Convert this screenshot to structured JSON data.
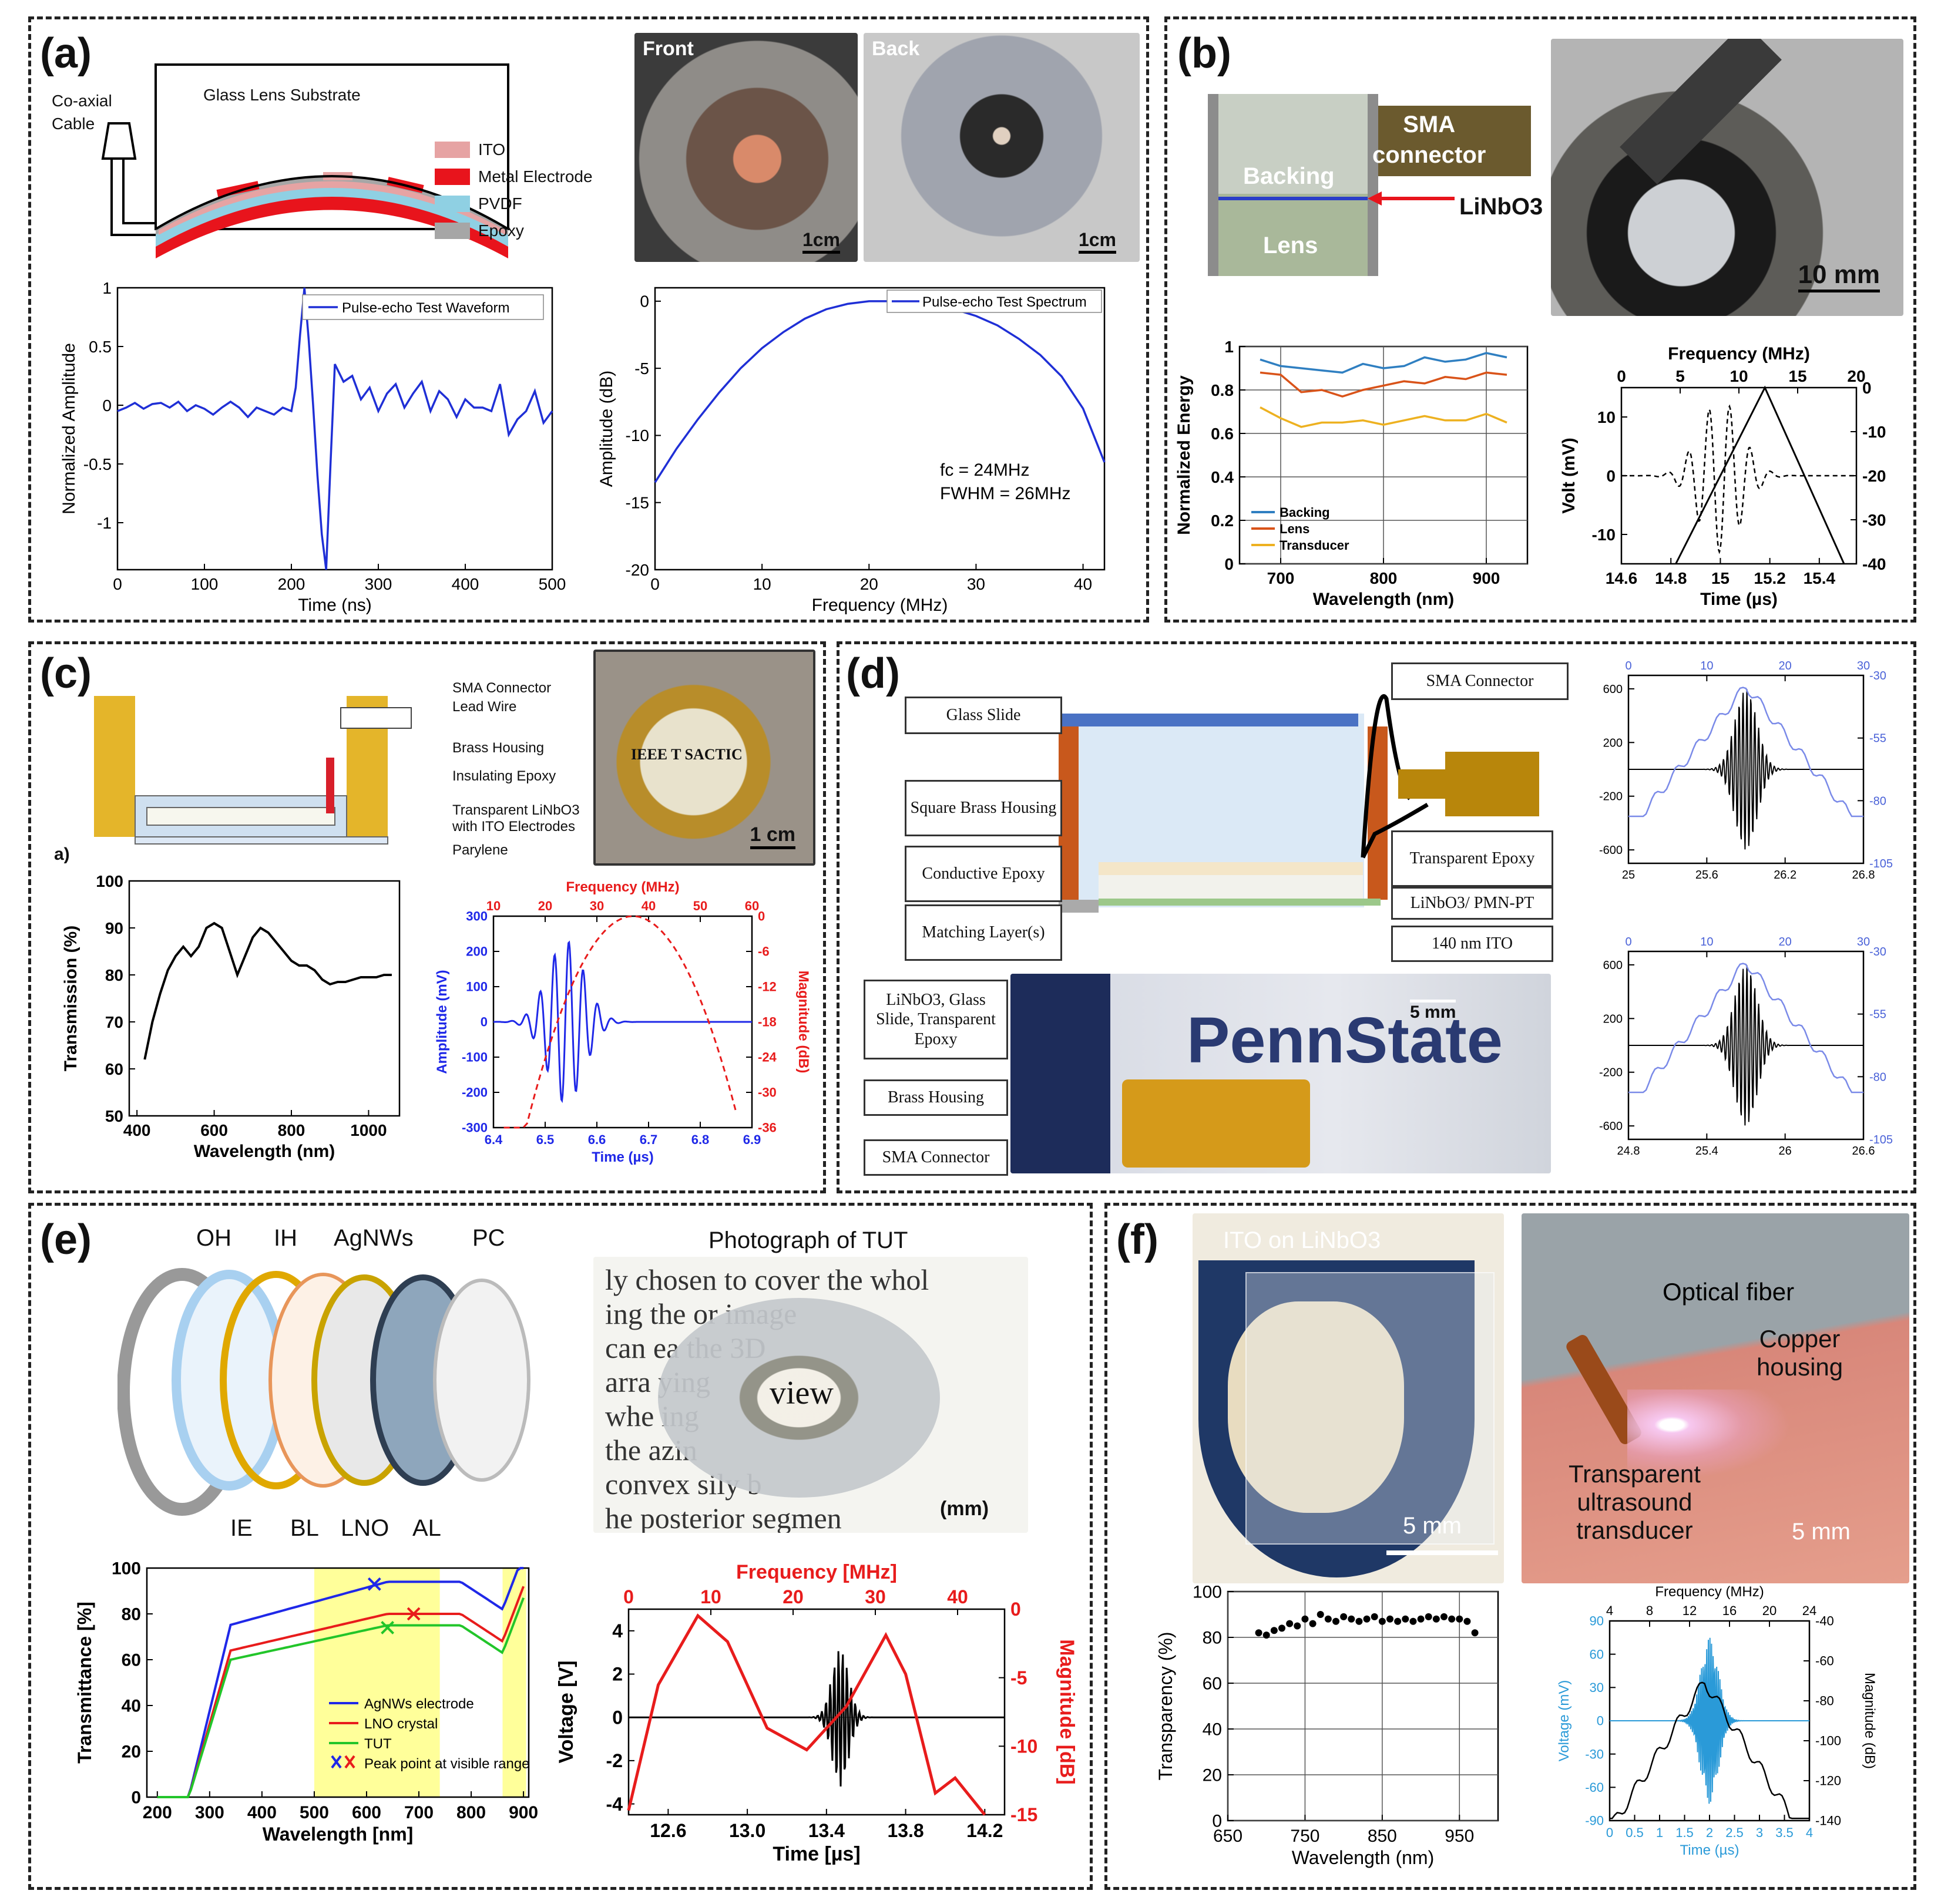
{
  "labels": {
    "a": "(a)",
    "b": "(b)",
    "c": "(c)",
    "d": "(d)",
    "e": "(e)",
    "f": "(f)"
  },
  "a": {
    "schematic": {
      "cable": "Co-axial\nCable",
      "substrate": "Glass Lens Substrate",
      "legend": [
        {
          "name": "ITO",
          "color": "#e6a3a3"
        },
        {
          "name": "Metal Electrode",
          "color": "#e8141c"
        },
        {
          "name": "PVDF",
          "color": "#8fd0e3"
        },
        {
          "name": "Epoxy",
          "color": "#a6a6a6"
        }
      ]
    },
    "photos": {
      "front": "Front",
      "back": "Back",
      "scale": "1cm"
    }
  },
  "b": {
    "sma": "SMA\nconnector",
    "backing": "Backing",
    "lens": "Lens",
    "linbo": "LiNbO3",
    "scale": "10 mm"
  },
  "c": {
    "labels": [
      "SMA Connector",
      "Lead Wire",
      "Brass Housing",
      "Insulating Epoxy",
      "Transparent LiNbO3",
      "with ITO Electrodes",
      "Parylene"
    ],
    "sub": "a)",
    "photo_text": "IEEE T   SACTIC",
    "scale": "1 cm"
  },
  "d": {
    "boxes": {
      "glass": "Glass Slide",
      "brass": "Square Brass Housing",
      "cond": "Conductive Epoxy",
      "match": "Matching Layer(s)",
      "sma": "SMA Connector",
      "tepoxy": "Transparent Epoxy",
      "linbo": "LiNbO3/ PMN-PT",
      "ito": "140 nm ITO",
      "photo1": "LiNbO3, Glass Slide, Transparent Epoxy",
      "photo2": "Brass Housing",
      "photo3": "SMA Connector"
    },
    "photo_text": "PennState",
    "scale": "5 mm"
  },
  "e": {
    "layers": {
      "oh": "OH",
      "ih": "IH",
      "ag": "AgNWs",
      "pc": "PC",
      "ie": "IE",
      "bl": "BL",
      "lno": "LNO",
      "al": "AL"
    },
    "photo_title": "Photograph of TUT",
    "photo_lines": [
      "ly chosen to cover the whol",
      "ing the or        image",
      "can ea            the 3D",
      "arra              ying",
      "whe             ing",
      "the          azin",
      "convex       sily b",
      "he posterior segmen"
    ],
    "mm": "(mm)",
    "view": "view"
  },
  "f": {
    "photo1_title": "ITO on LiNbO3",
    "scale1": "5 mm",
    "fiber": "Optical fiber",
    "copper": "Copper\nhousing",
    "tut": "Transparent\nultrasound\ntransducer",
    "scale2": "5 mm"
  },
  "chart_data": [
    {
      "id": "a1",
      "type": "line",
      "xlabel": "Time (ns)",
      "ylabel": "Normalized Amplitude",
      "xlim": [
        0,
        500
      ],
      "ylim": [
        -1.4,
        1
      ],
      "xticks": [
        0,
        100,
        200,
        300,
        400,
        500
      ],
      "yticks": [
        -1,
        -0.5,
        0,
        0.5,
        1
      ],
      "ytick_labels": [
        "-1",
        "-0.5",
        "0",
        "0.5",
        "1"
      ],
      "legend": "Pulse-echo Test Waveform",
      "color": "#1f2fd6",
      "x": [
        0,
        10,
        20,
        30,
        40,
        50,
        60,
        70,
        80,
        90,
        100,
        110,
        120,
        130,
        140,
        150,
        160,
        170,
        180,
        190,
        200,
        205,
        210,
        215,
        220,
        225,
        230,
        235,
        240,
        245,
        250,
        260,
        270,
        280,
        290,
        300,
        310,
        320,
        330,
        340,
        350,
        360,
        370,
        380,
        390,
        400,
        410,
        420,
        430,
        440,
        450,
        460,
        470,
        480,
        490,
        500
      ],
      "y": [
        -0.05,
        -0.02,
        0.02,
        -0.03,
        0.01,
        0.02,
        -0.02,
        0.03,
        -0.05,
        0.0,
        -0.03,
        -0.08,
        -0.02,
        0.03,
        -0.02,
        -0.1,
        -0.02,
        -0.05,
        -0.08,
        -0.02,
        -0.05,
        0.15,
        0.6,
        1.0,
        0.55,
        0.0,
        -0.6,
        -1.1,
        -1.4,
        -0.5,
        0.35,
        0.2,
        0.25,
        0.05,
        0.15,
        -0.05,
        0.1,
        0.18,
        -0.02,
        0.1,
        0.2,
        -0.05,
        0.12,
        0.05,
        -0.1,
        0.05,
        -0.02,
        -0.02,
        -0.05,
        0.18,
        -0.25,
        -0.12,
        -0.05,
        0.12,
        -0.15,
        -0.05
      ]
    },
    {
      "id": "a2",
      "type": "line",
      "xlabel": "Frequency (MHz)",
      "ylabel": "Amplitude (dB)",
      "xlim": [
        0,
        42
      ],
      "ylim": [
        -20,
        1
      ],
      "xticks": [
        0,
        10,
        20,
        30,
        40
      ],
      "yticks": [
        -20,
        -15,
        -10,
        -5,
        0
      ],
      "legend": "Pulse-echo Test Spectrum",
      "color": "#1f2fd6",
      "annot": [
        "fc = 24MHz",
        "FWHM = 26MHz"
      ],
      "x": [
        0,
        2,
        4,
        6,
        8,
        10,
        12,
        14,
        16,
        18,
        20,
        22,
        24,
        26,
        28,
        30,
        32,
        34,
        36,
        38,
        40,
        42
      ],
      "y": [
        -13.5,
        -11,
        -8.8,
        -6.8,
        -5,
        -3.5,
        -2.3,
        -1.3,
        -0.6,
        -0.2,
        0,
        0,
        -0.1,
        -0.3,
        -0.6,
        -1.1,
        -1.8,
        -2.8,
        -4,
        -5.6,
        -8,
        -12
      ]
    },
    {
      "id": "b1",
      "type": "line",
      "xlabel": "Wavelength (nm)",
      "ylabel": "Normalized Energy",
      "xlim": [
        660,
        940
      ],
      "ylim": [
        0,
        1
      ],
      "xticks": [
        700,
        800,
        900
      ],
      "yticks": [
        0,
        0.2,
        0.4,
        0.6,
        0.8,
        1
      ],
      "ytick_labels": [
        "0",
        "0.2",
        "0.4",
        "0.6",
        "0.8",
        "1"
      ],
      "categories_x": [
        680,
        700,
        720,
        740,
        760,
        780,
        800,
        820,
        840,
        860,
        880,
        900,
        920
      ],
      "series": [
        {
          "name": "Backing",
          "color": "#2f7fc1",
          "values": [
            0.94,
            0.91,
            0.9,
            0.89,
            0.88,
            0.92,
            0.9,
            0.91,
            0.95,
            0.93,
            0.94,
            0.97,
            0.95
          ]
        },
        {
          "name": "Lens",
          "color": "#d95319",
          "values": [
            0.88,
            0.87,
            0.79,
            0.8,
            0.77,
            0.8,
            0.82,
            0.84,
            0.83,
            0.86,
            0.85,
            0.88,
            0.87
          ]
        },
        {
          "name": "Transducer",
          "color": "#edb120",
          "values": [
            0.72,
            0.67,
            0.63,
            0.65,
            0.65,
            0.66,
            0.64,
            0.66,
            0.68,
            0.66,
            0.66,
            0.69,
            0.65
          ]
        }
      ]
    },
    {
      "id": "b2",
      "type": "line",
      "xlabel": "Time (µs)",
      "ylabel": "Volt (mV)",
      "top_label": "Frequency (MHz)",
      "xlim": [
        14.6,
        15.55
      ],
      "ylim": [
        -15,
        15
      ],
      "xticks": [
        14.6,
        14.8,
        15,
        15.2,
        15.4
      ],
      "xtick_labels": [
        "14.6",
        "14.8",
        "15",
        "15.2",
        "15.4"
      ],
      "yticks": [
        -10,
        0,
        10
      ],
      "top_ticks": [
        0,
        5,
        10,
        15,
        20
      ],
      "right_ticks": [
        0,
        -10,
        -20,
        -30,
        -40
      ]
    },
    {
      "id": "c1",
      "type": "line",
      "xlabel": "Wavelength (nm)",
      "ylabel": "Transmission (%)",
      "xlim": [
        380,
        1080
      ],
      "ylim": [
        50,
        100
      ],
      "xticks": [
        400,
        600,
        800,
        1000
      ],
      "yticks": [
        50,
        60,
        70,
        80,
        90,
        100
      ],
      "color": "#000000",
      "x": [
        420,
        440,
        460,
        480,
        500,
        520,
        540,
        560,
        580,
        600,
        620,
        640,
        660,
        680,
        700,
        720,
        740,
        760,
        780,
        800,
        820,
        840,
        860,
        880,
        900,
        920,
        940,
        960,
        980,
        1000,
        1020,
        1040,
        1060
      ],
      "y": [
        62,
        70,
        76,
        81,
        84,
        86,
        84,
        86,
        90,
        91,
        90,
        85,
        80,
        84,
        88,
        90,
        89,
        87,
        85,
        83,
        82,
        82,
        81,
        79,
        78,
        78.5,
        78.5,
        79,
        79.5,
        79.5,
        79.5,
        80,
        80
      ]
    },
    {
      "id": "c2",
      "type": "line",
      "xlabel": "Time (µs)",
      "ylabel": "Amplitude (mV)",
      "top_label": "Frequency (MHz)",
      "right_label": "Magnitude (dB)",
      "xlim": [
        6.4,
        6.9
      ],
      "ylim": [
        -300,
        300
      ],
      "xticks": [
        6.4,
        6.5,
        6.6,
        6.7,
        6.8,
        6.9
      ],
      "yticks": [
        -300,
        -200,
        -100,
        0,
        100,
        200,
        300
      ],
      "top_ticks": [
        10,
        20,
        30,
        40,
        50,
        60
      ],
      "right_ticks": [
        0,
        -6,
        -12,
        -18,
        -24,
        -30,
        -36
      ]
    },
    {
      "id": "d1",
      "type": "line",
      "xlim": [
        25,
        26.8
      ],
      "ylim": [
        -700,
        700
      ],
      "xticks": [
        25,
        25.6,
        26.2,
        26.8
      ],
      "yticks": [
        -600,
        -200,
        200,
        600
      ],
      "top_ticks": [
        0,
        10,
        20,
        30
      ],
      "right_ticks": [
        -30,
        -55,
        -80,
        -105
      ]
    },
    {
      "id": "d2",
      "type": "line",
      "xlim": [
        24.8,
        26.6
      ],
      "ylim": [
        -700,
        700
      ],
      "xticks": [
        24.8,
        25.4,
        26,
        26.6
      ],
      "yticks": [
        -600,
        -200,
        200,
        600
      ],
      "top_ticks": [
        0,
        10,
        20,
        30
      ],
      "right_ticks": [
        -30,
        -55,
        -80,
        -105
      ]
    },
    {
      "id": "e1",
      "type": "line",
      "xlabel": "Wavelength [nm]",
      "ylabel": "Transmittance [%]",
      "xlim": [
        180,
        910
      ],
      "ylim": [
        0,
        100
      ],
      "xticks": [
        200,
        300,
        400,
        500,
        600,
        700,
        800,
        900
      ],
      "yticks": [
        0,
        20,
        40,
        60,
        80,
        100
      ],
      "series": [
        {
          "name": "AgNWs electrode",
          "color": "#1f28e8"
        },
        {
          "name": "LNO crystal",
          "color": "#e81c1c"
        },
        {
          "name": "TUT",
          "color": "#22c52a"
        },
        {
          "name": "Peak point at visible range",
          "color": "#1f28e8"
        }
      ]
    },
    {
      "id": "e2",
      "type": "line",
      "xlabel": "Time [µs]",
      "ylabel": "Voltage [V]",
      "top_label": "Frequency [MHz]",
      "right_label": "Magnitude [dB]",
      "xlim": [
        12.4,
        14.3
      ],
      "ylim": [
        -4.5,
        5
      ],
      "xticks": [
        12.6,
        13.0,
        13.4,
        13.8,
        14.2
      ],
      "xtick_labels": [
        "12.6",
        "13.0",
        "13.4",
        "13.8",
        "14.2"
      ],
      "yticks": [
        -4,
        -2,
        0,
        2,
        4
      ],
      "top_ticks": [
        0,
        10,
        20,
        30,
        40
      ],
      "right_ticks": [
        0,
        -5,
        -10,
        -15
      ]
    },
    {
      "id": "f1",
      "type": "scatter",
      "xlabel": "Wavelength (nm)",
      "ylabel": "Transparency (%)",
      "xlim": [
        650,
        1000
      ],
      "ylim": [
        0,
        100
      ],
      "xticks": [
        650,
        750,
        850,
        950
      ],
      "yticks": [
        0,
        20,
        40,
        60,
        80,
        100
      ],
      "x": [
        690,
        700,
        710,
        720,
        730,
        740,
        750,
        760,
        770,
        780,
        790,
        800,
        810,
        820,
        830,
        840,
        850,
        860,
        870,
        880,
        890,
        900,
        910,
        920,
        930,
        940,
        950,
        960,
        970
      ],
      "y": [
        82,
        81,
        83,
        84,
        86,
        85,
        88,
        86,
        90,
        88,
        87,
        89,
        88,
        87,
        88,
        89,
        87,
        88,
        87,
        88,
        87,
        88,
        89,
        88,
        89,
        88,
        88,
        87,
        82
      ]
    },
    {
      "id": "f2",
      "type": "line",
      "xlabel": "Time (µs)",
      "ylabel": "Voltage (mV)",
      "top_label": "Frequency (MHz)",
      "right_label": "Magnitude (dB)",
      "xlim": [
        0,
        4
      ],
      "ylim": [
        -90,
        90
      ],
      "xticks": [
        0,
        0.5,
        1,
        1.5,
        2,
        2.5,
        3,
        3.5,
        4
      ],
      "xtick_labels": [
        "0",
        "0.5",
        "1",
        "1.5",
        "2",
        "2.5",
        "3",
        "3.5",
        "4"
      ],
      "yticks": [
        -90,
        -60,
        -30,
        0,
        30,
        60,
        90
      ],
      "top_ticks": [
        4,
        8,
        12,
        16,
        20,
        24
      ],
      "right_ticks": [
        -40,
        -60,
        -80,
        -100,
        -120,
        -140
      ]
    }
  ]
}
